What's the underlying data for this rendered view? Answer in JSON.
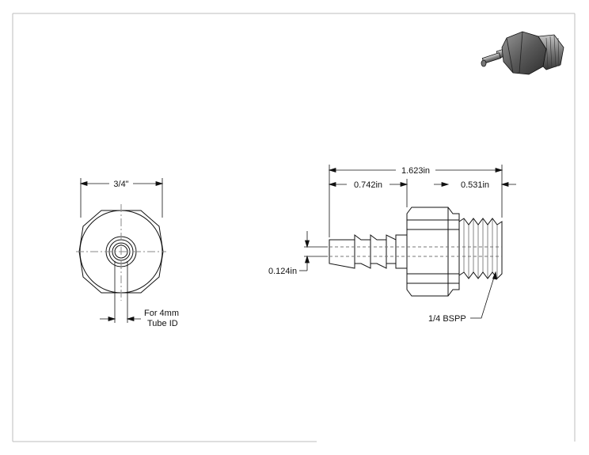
{
  "dimensions": {
    "hex_width": "3/4\"",
    "overall_length": "1.623in",
    "barb_length": "0.742in",
    "thread_length": "0.531in",
    "bore_diameter": "0.124in"
  },
  "notes": {
    "tube_line1": "For 4mm",
    "tube_line2": "Tube ID",
    "thread_spec": "1/4 BSPP"
  }
}
